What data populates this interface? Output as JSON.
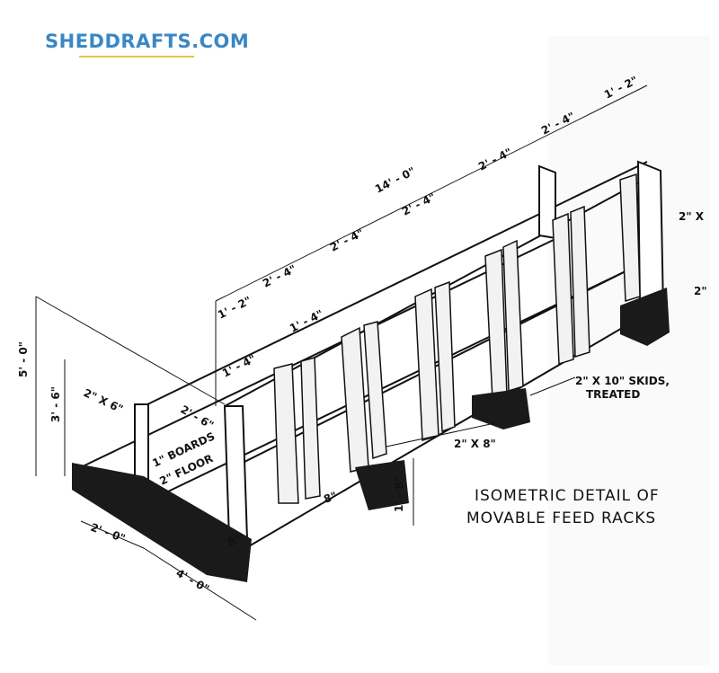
{
  "brand": {
    "name": "SHEDDRAFTS.COM",
    "color": "#3a87c4",
    "underline_color": "#e8c64a"
  },
  "drawing": {
    "title_line1": "ISOMETRIC DETAIL OF",
    "title_line2": "MOVABLE FEED RACKS",
    "dimensions": {
      "overall_length": "14' - 0\"",
      "bay_1": "2' - 4\"",
      "bay_2": "2' - 4\"",
      "bay_3": "2' - 4\"",
      "bay_4": "2' - 4\"",
      "bay_5": "2' - 4\"",
      "end_offset_left": "1' - 2\"",
      "end_offset_right": "1' - 2\"",
      "post_spacing_a": "1' - 4\"",
      "post_spacing_b": "1' - 4\"",
      "overall_height": "5' - 0\"",
      "lower_height": "3' - 6\"",
      "upper_offset": "2' - 6\"",
      "floor_width": "2' - 0\"",
      "overall_width": "4' - 0\"",
      "skid_height": "1' - 8\"",
      "skid_width_a": "8\"",
      "skid_width_b": "8\""
    },
    "callouts": {
      "post_size": "2\" X 6\"",
      "boards": "1\" BOARDS",
      "floor": "2\" FLOOR",
      "brace": "2\" X 8\"",
      "skids_line1": "2\" X 10\" SKIDS,",
      "skids_line2": "TREATED",
      "right_top": "2\" X",
      "right_mid": "2\""
    },
    "ink_color": "#111111"
  }
}
